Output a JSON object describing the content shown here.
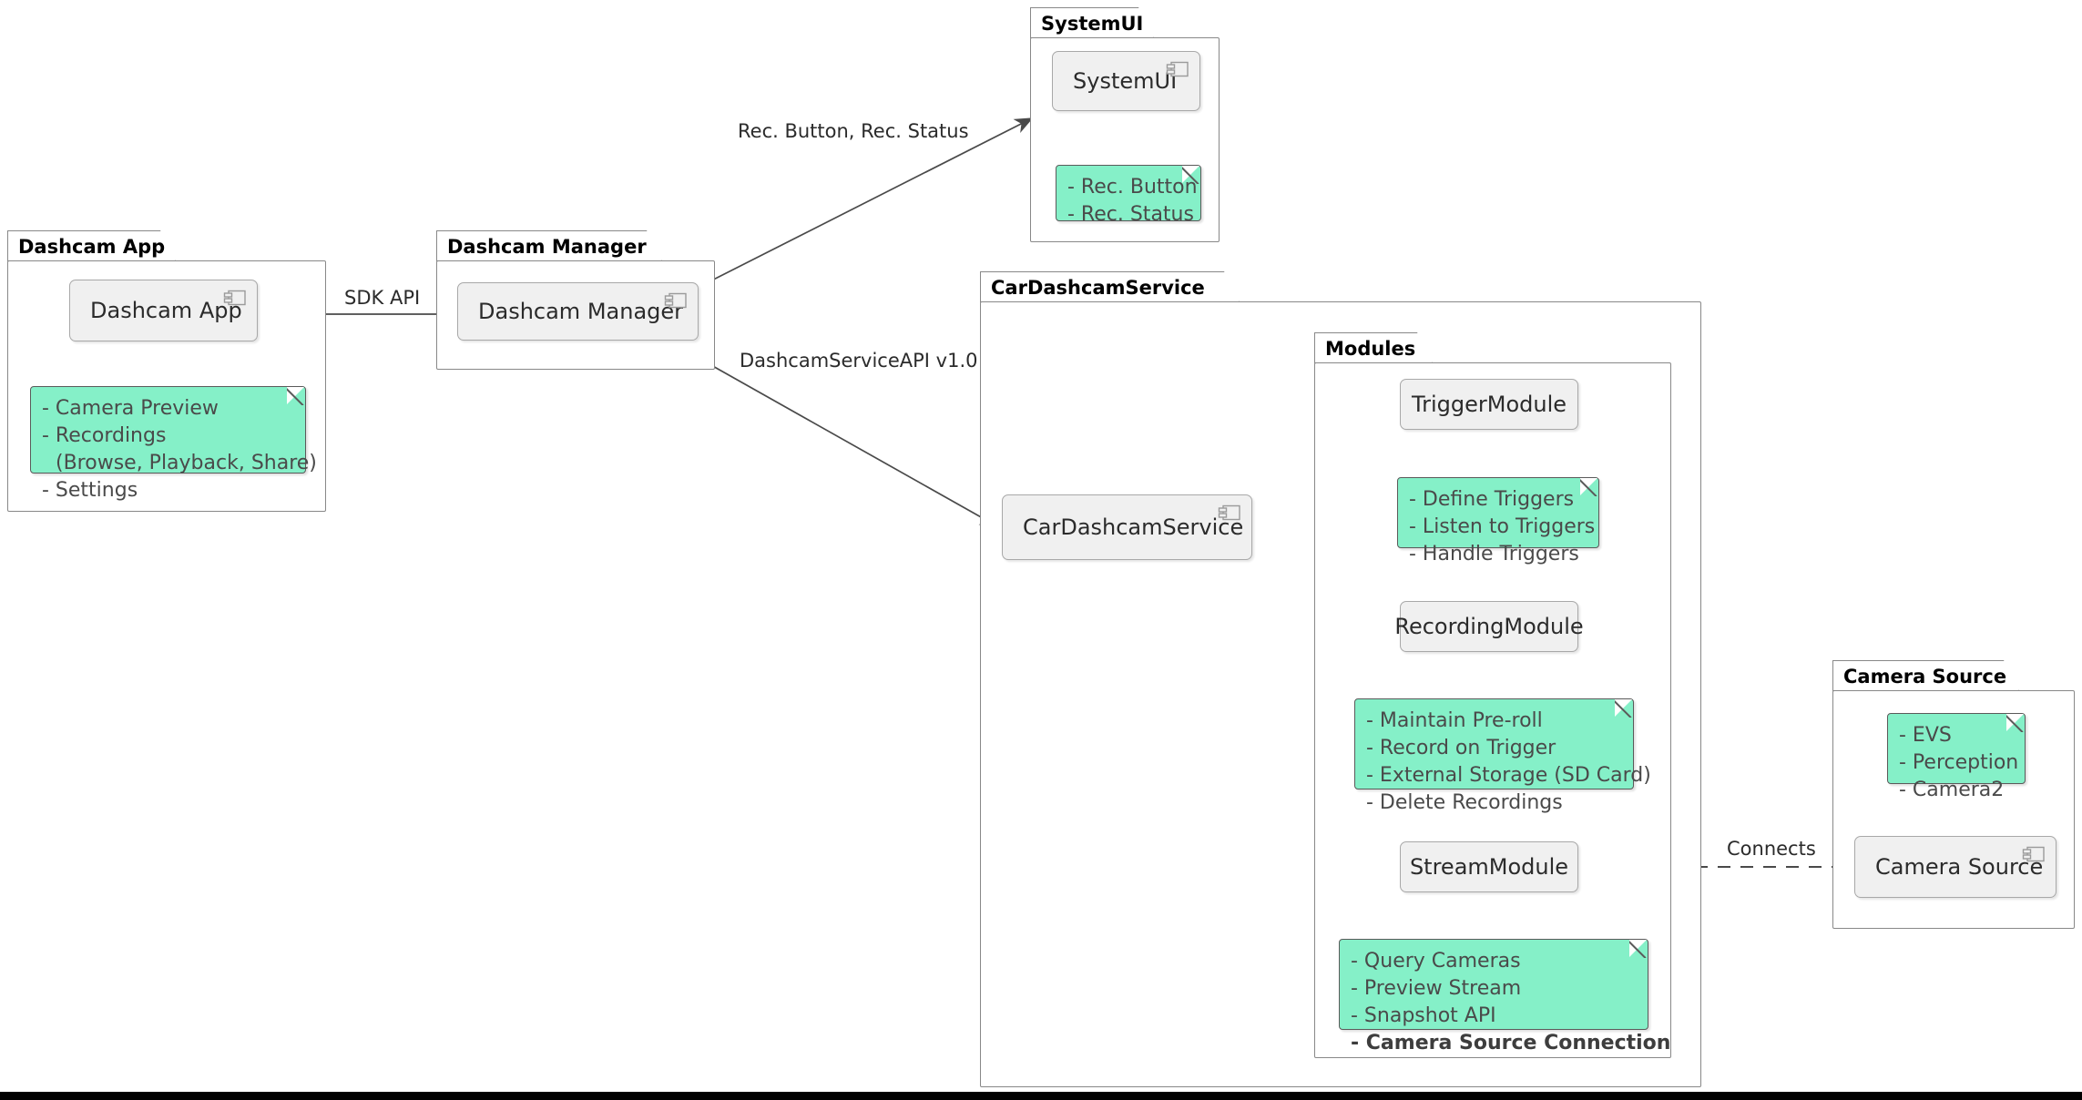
{
  "diagram": {
    "type": "uml-component-diagram",
    "title": "Dashcam Architecture",
    "colors": {
      "note_fill": "#85F0C8",
      "note_border": "#5a5a5a",
      "component_fill": "#F0F0F0",
      "component_border": "#a8a8a8",
      "package_border": "#888888",
      "text": "#2b2b2b",
      "note_text": "#4a4a4a",
      "background": "#ffffff"
    }
  },
  "packages": {
    "dashcam_app": {
      "label": "Dashcam App",
      "component_label": "Dashcam App",
      "note_lines": [
        "- Camera Preview",
        "- Recordings",
        "(Browse, Playback, Share)",
        "- Settings"
      ]
    },
    "dashcam_manager": {
      "label": "Dashcam Manager",
      "component_label": "Dashcam Manager"
    },
    "system_ui": {
      "label": "SystemUI",
      "component_label": "SystemUI",
      "note_lines": [
        "- Rec. Button",
        "- Rec. Status"
      ]
    },
    "car_dashcam_service": {
      "label": "CarDashcamService",
      "component_label": "CarDashcamService"
    },
    "modules": {
      "label": "Modules",
      "trigger_module": {
        "label": "TriggerModule",
        "note_lines": [
          "- Define Triggers",
          "- Listen to Triggers",
          "- Handle Triggers"
        ]
      },
      "recording_module": {
        "label": "RecordingModule",
        "note_lines": [
          "- Maintain Pre-roll",
          "- Record on Trigger",
          "- External Storage (SD Card)",
          "- Delete Recordings"
        ]
      },
      "stream_module": {
        "label": "StreamModule",
        "note_lines": [
          "- Query Cameras",
          "- Preview Stream",
          "- Snapshot API",
          "- Camera Source Connection"
        ],
        "note_bold_line": "- Camera Source Connection"
      }
    },
    "camera_source": {
      "label": "Camera Source",
      "component_label": "Camera Source",
      "note_lines": [
        "- EVS",
        "- Perception",
        "- Camera2"
      ]
    }
  },
  "edges": {
    "sdk_api": "SDK API",
    "rec_button_status": "Rec. Button, Rec. Status",
    "dashcam_service_api": "DashcamServiceAPI v1.0",
    "connects": "Connects"
  },
  "icons": {
    "component": "uml-component-icon"
  }
}
